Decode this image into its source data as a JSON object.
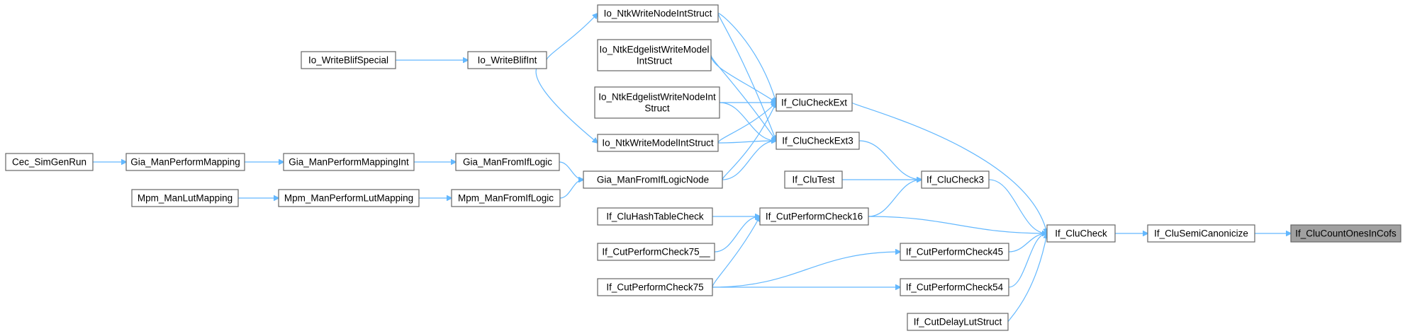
{
  "colors": {
    "edge": "#63b8ff",
    "node_border": "#666666",
    "root_fill": "#a0a0a0",
    "node_fill": "#ffffff"
  },
  "nodes": [
    {
      "id": "root",
      "lines": [
        "If_CluCountOnesInCofs"
      ]
    },
    {
      "id": "semi",
      "lines": [
        "If_CluSemiCanonicize"
      ]
    },
    {
      "id": "check",
      "lines": [
        "If_CluCheck"
      ]
    },
    {
      "id": "ext",
      "lines": [
        "If_CluCheckExt"
      ]
    },
    {
      "id": "ext3",
      "lines": [
        "If_CluCheckExt3"
      ]
    },
    {
      "id": "check3",
      "lines": [
        "If_CluCheck3"
      ]
    },
    {
      "id": "clutest",
      "lines": [
        "If_CluTest"
      ]
    },
    {
      "id": "pc16",
      "lines": [
        "If_CutPerformCheck16"
      ]
    },
    {
      "id": "pc45",
      "lines": [
        "If_CutPerformCheck45"
      ]
    },
    {
      "id": "pc54",
      "lines": [
        "If_CutPerformCheck54"
      ]
    },
    {
      "id": "delay",
      "lines": [
        "If_CutDelayLutStruct"
      ]
    },
    {
      "id": "hash",
      "lines": [
        "If_CluHashTableCheck"
      ]
    },
    {
      "id": "pc75u",
      "lines": [
        "If_CutPerformCheck75__"
      ]
    },
    {
      "id": "pc75",
      "lines": [
        "If_CutPerformCheck75"
      ]
    },
    {
      "id": "nwnode",
      "lines": [
        "Io_NtkWriteNodeIntStruct"
      ]
    },
    {
      "id": "edgemod",
      "lines": [
        "Io_NtkEdgelistWriteModel",
        "IntStruct"
      ]
    },
    {
      "id": "edgenode",
      "lines": [
        "Io_NtkEdgelistWriteNodeInt",
        "Struct"
      ]
    },
    {
      "id": "nwmodel",
      "lines": [
        "Io_NtkWriteModelIntStruct"
      ]
    },
    {
      "id": "gianode",
      "lines": [
        "Gia_ManFromIfLogicNode"
      ]
    },
    {
      "id": "blifint",
      "lines": [
        "Io_WriteBlifInt"
      ]
    },
    {
      "id": "blifsp",
      "lines": [
        "Io_WriteBlifSpecial"
      ]
    },
    {
      "id": "giafrom",
      "lines": [
        "Gia_ManFromIfLogic"
      ]
    },
    {
      "id": "mpmfrom",
      "lines": [
        "Mpm_ManFromIfLogic"
      ]
    },
    {
      "id": "giapmi",
      "lines": [
        "Gia_ManPerformMappingInt"
      ]
    },
    {
      "id": "giapm",
      "lines": [
        "Gia_ManPerformMapping"
      ]
    },
    {
      "id": "cec",
      "lines": [
        "Cec_SimGenRun"
      ]
    },
    {
      "id": "mpmplm",
      "lines": [
        "Mpm_ManPerformLutMapping"
      ]
    },
    {
      "id": "mpmlm",
      "lines": [
        "Mpm_ManLutMapping"
      ]
    }
  ],
  "edges": [
    {
      "from": "semi",
      "to": "root"
    },
    {
      "from": "check",
      "to": "semi"
    },
    {
      "from": "ext",
      "to": "check"
    },
    {
      "from": "check3",
      "to": "check"
    },
    {
      "from": "pc16",
      "to": "check"
    },
    {
      "from": "pc45",
      "to": "check"
    },
    {
      "from": "pc54",
      "to": "check"
    },
    {
      "from": "delay",
      "to": "check"
    },
    {
      "from": "ext3",
      "to": "check3"
    },
    {
      "from": "clutest",
      "to": "check3"
    },
    {
      "from": "pc16",
      "to": "check3"
    },
    {
      "from": "nwnode",
      "to": "ext"
    },
    {
      "from": "edgemod",
      "to": "ext"
    },
    {
      "from": "edgenode",
      "to": "ext"
    },
    {
      "from": "nwmodel",
      "to": "ext"
    },
    {
      "from": "gianode",
      "to": "ext"
    },
    {
      "from": "nwnode",
      "to": "ext3"
    },
    {
      "from": "edgemod",
      "to": "ext3"
    },
    {
      "from": "edgenode",
      "to": "ext3"
    },
    {
      "from": "nwmodel",
      "to": "ext3"
    },
    {
      "from": "gianode",
      "to": "ext3"
    },
    {
      "from": "hash",
      "to": "pc16"
    },
    {
      "from": "pc75u",
      "to": "pc16"
    },
    {
      "from": "pc75",
      "to": "pc16"
    },
    {
      "from": "pc75",
      "to": "pc45"
    },
    {
      "from": "pc75",
      "to": "pc54"
    },
    {
      "from": "blifint",
      "to": "nwnode"
    },
    {
      "from": "blifint",
      "to": "nwmodel"
    },
    {
      "from": "blifsp",
      "to": "blifint"
    },
    {
      "from": "giafrom",
      "to": "gianode"
    },
    {
      "from": "mpmfrom",
      "to": "gianode"
    },
    {
      "from": "giapmi",
      "to": "giafrom"
    },
    {
      "from": "giapm",
      "to": "giapmi"
    },
    {
      "from": "cec",
      "to": "giapm"
    },
    {
      "from": "mpmplm",
      "to": "mpmfrom"
    },
    {
      "from": "mpmlm",
      "to": "mpmplm"
    }
  ]
}
